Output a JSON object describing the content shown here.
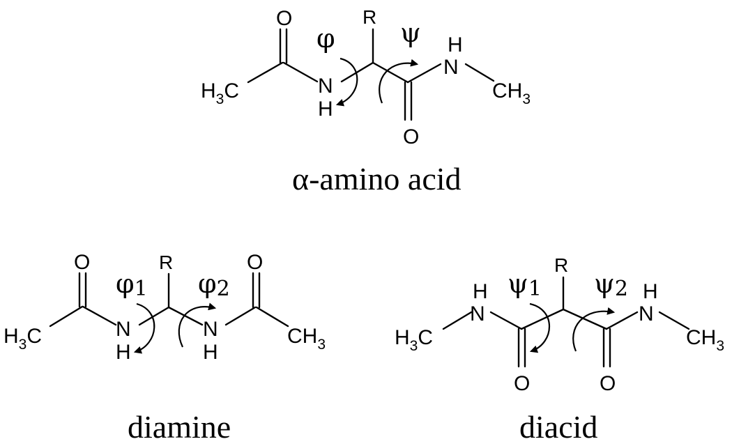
{
  "atoms": {
    "o": "O",
    "n": "N",
    "h": "H",
    "r": "R",
    "c": "C",
    "h3": "H",
    "three": "3",
    "ch": "CH"
  },
  "angles": {
    "phi": "φ",
    "psi": "ψ",
    "sub1": "1",
    "sub2": "2"
  },
  "captions": {
    "alpha_amino_acid": "α-amino acid",
    "diamine": "diamine",
    "diacid": "diacid"
  }
}
